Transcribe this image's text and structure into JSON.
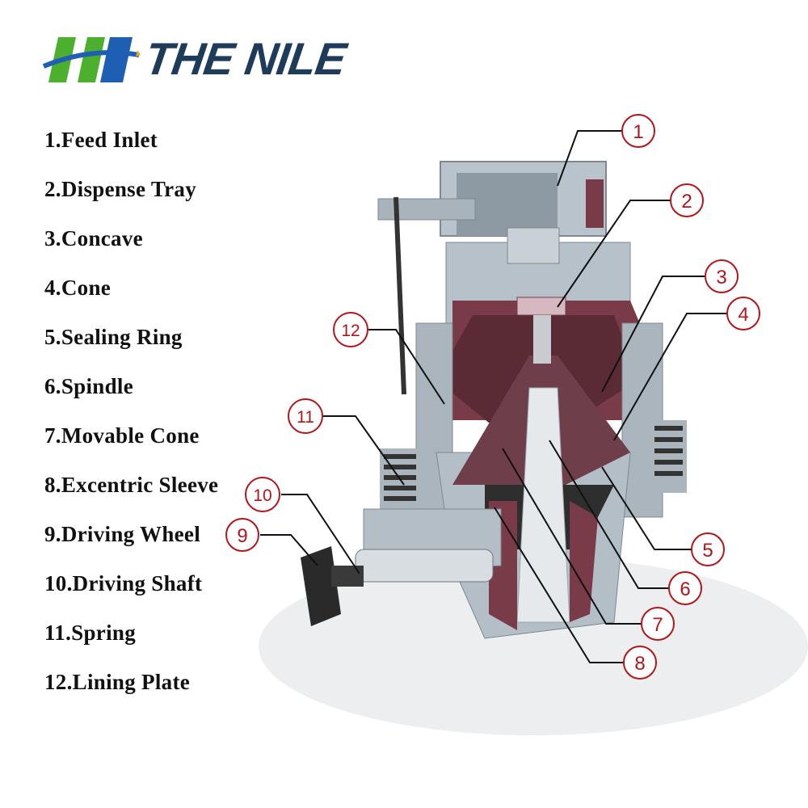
{
  "brand": {
    "name": "THE NILE",
    "colors": {
      "green": "#4caf2e",
      "blue": "#1e5fb4",
      "navy": "#1e3c5a"
    }
  },
  "legend": [
    "1.Feed Inlet",
    "2.Dispense Tray",
    "3.Concave",
    "4.Cone",
    "5.Sealing Ring",
    "6.Spindle",
    "7.Movable Cone",
    "8.Excentric Sleeve",
    "9.Driving Wheel",
    "10.Driving Shaft",
    "11.Spring",
    "12.Lining Plate"
  ],
  "callouts": [
    "1",
    "2",
    "3",
    "4",
    "5",
    "6",
    "7",
    "8",
    "9",
    "10",
    "11",
    "12"
  ],
  "colors": {
    "callout": "#b3151b",
    "steel": "#9aa6b0",
    "maroon": "#6e3e4a",
    "dark": "#2b2b2b"
  }
}
